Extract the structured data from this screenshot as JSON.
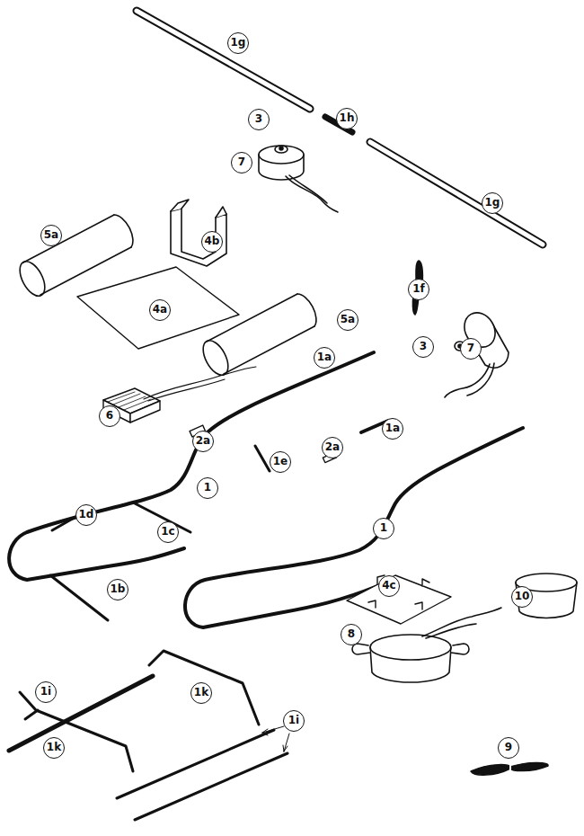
{
  "diagram": {
    "labels": [
      "1g",
      "3",
      "1h",
      "7",
      "1g",
      "5a",
      "4b",
      "4a",
      "1f",
      "3",
      "7",
      "5a",
      "1a",
      "1a",
      "6",
      "2a",
      "1e",
      "2a",
      "1",
      "1",
      "1d",
      "1c",
      "1b",
      "4c",
      "10",
      "8",
      "1i",
      "1k",
      "1k",
      "1i",
      "9"
    ]
  }
}
